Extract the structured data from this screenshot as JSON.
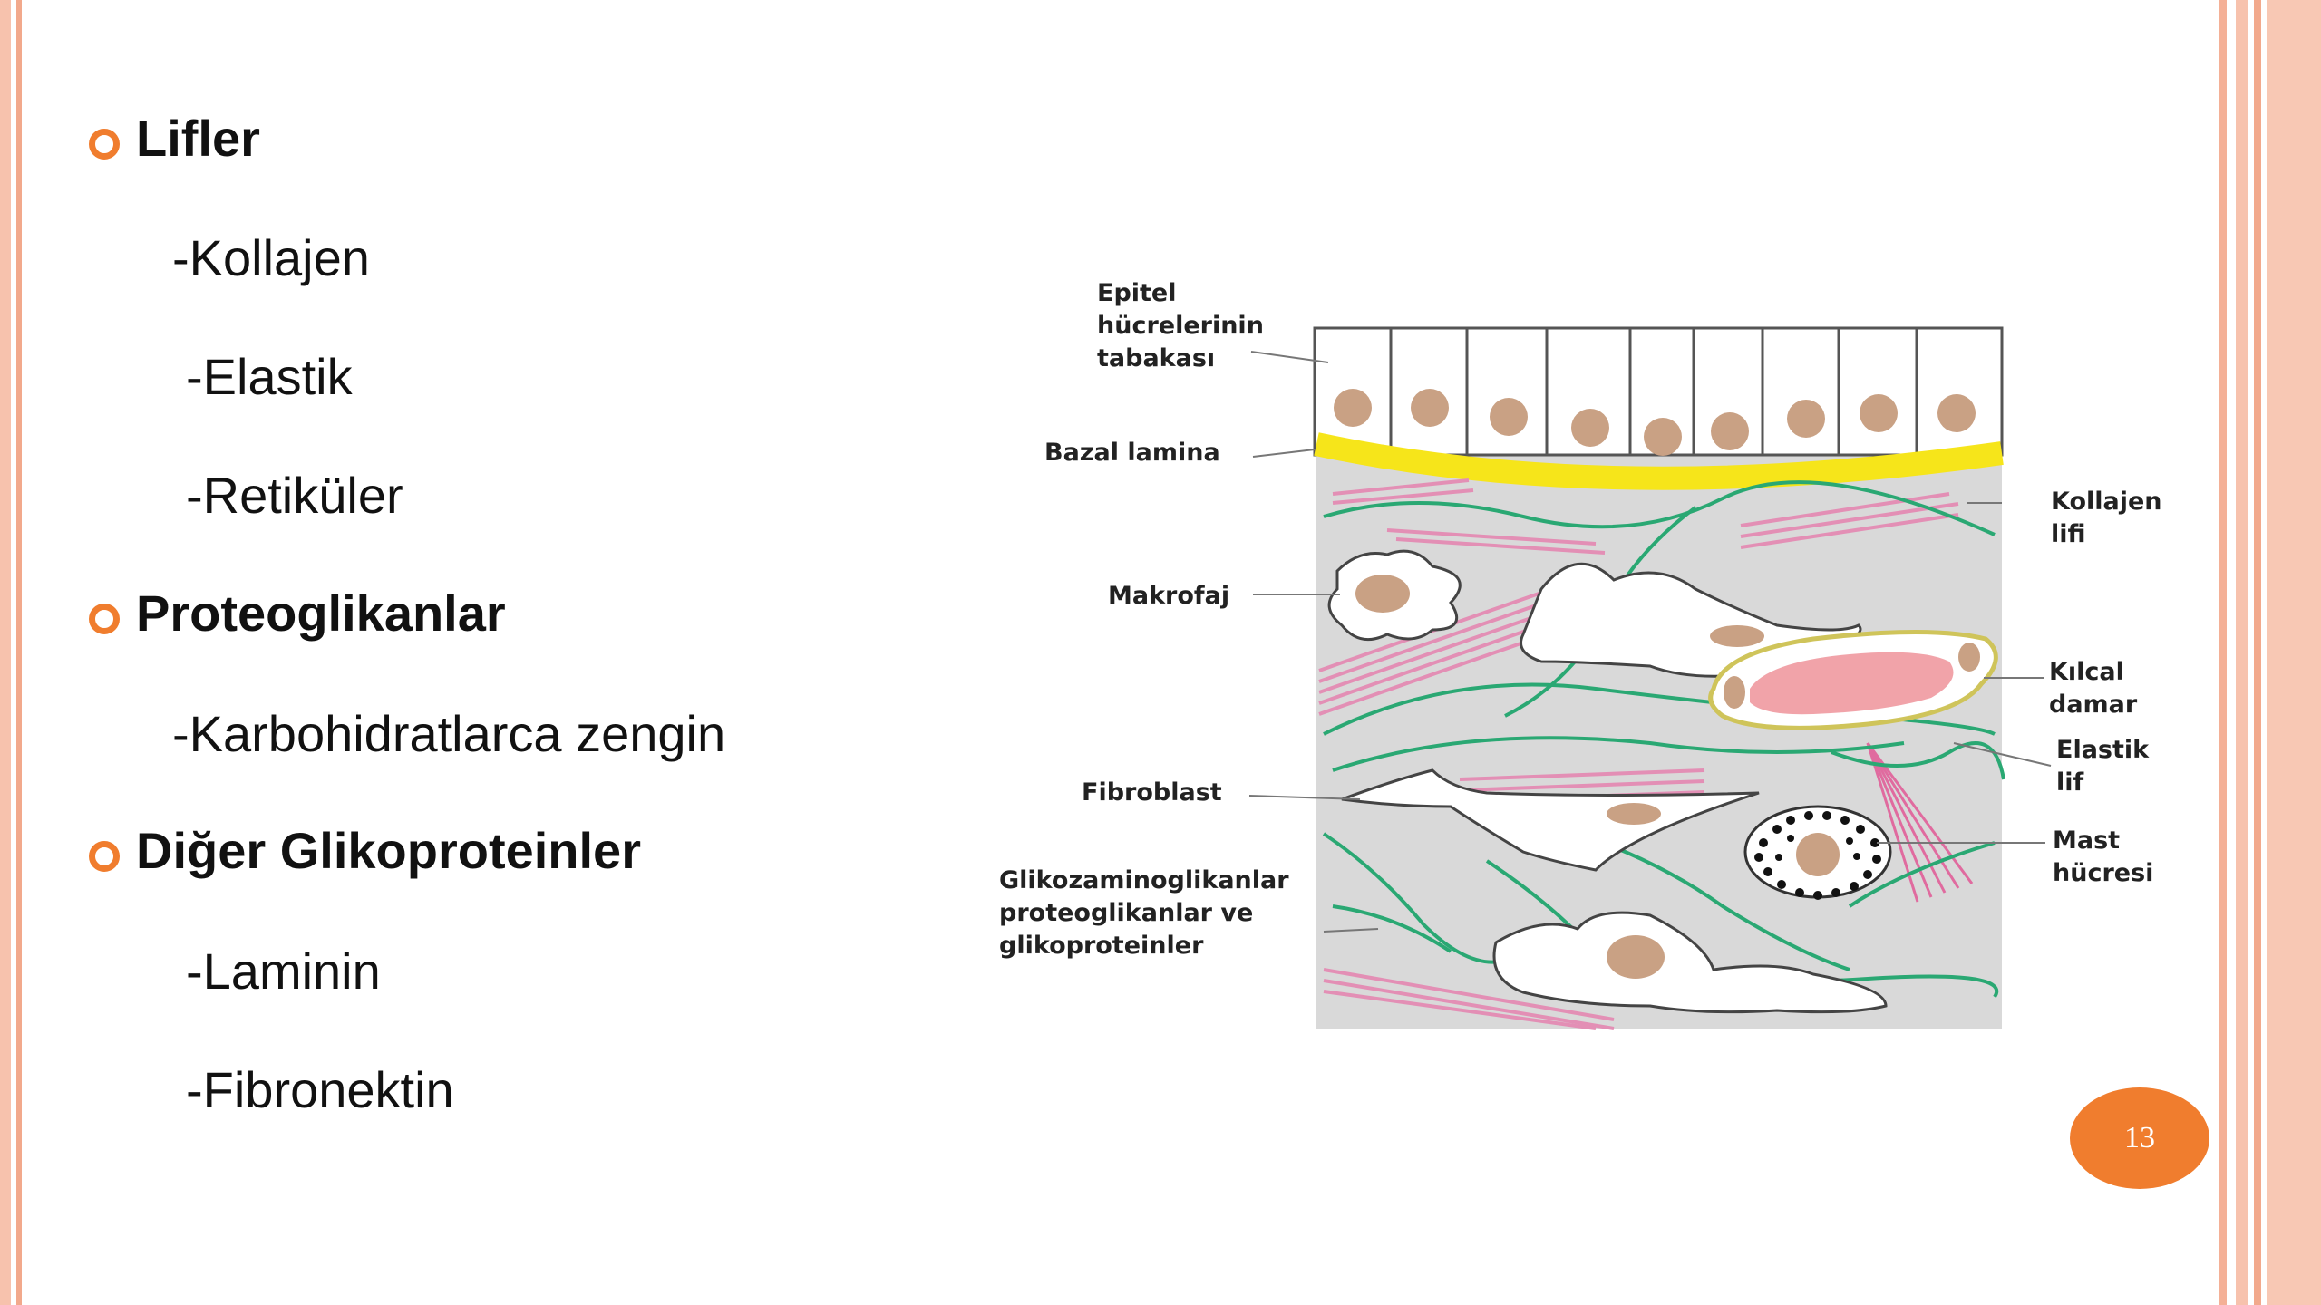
{
  "slide": {
    "accent_color": "#f07d2e",
    "page_number": "13"
  },
  "bullets": [
    {
      "text": "Lifler",
      "level": 1
    },
    {
      "text": "-Kollajen",
      "level": 2
    },
    {
      "text": "-Elastik",
      "level": 2
    },
    {
      "text": "-Retiküler",
      "level": 2
    },
    {
      "text": "Proteoglikanlar",
      "level": 1
    },
    {
      "text": "-Karbohidratlarca zengin",
      "level": 2
    },
    {
      "text": "Diğer Glikoproteinler",
      "level": 1
    },
    {
      "text": "-Laminin",
      "level": 2
    },
    {
      "text": "-Fibronektin",
      "level": 2
    }
  ],
  "diagram": {
    "labels": {
      "epitel": [
        "Epitel",
        "hücrelerinin",
        "tabakası"
      ],
      "bazal": [
        "Bazal lamina"
      ],
      "makrofaj": [
        "Makrofaj"
      ],
      "fibroblast": [
        "Fibroblast"
      ],
      "glikoz": [
        "Glikozaminoglikanlar",
        "proteoglikanlar ve",
        "glikoproteinler"
      ],
      "kollajen": [
        "Kollajen",
        "lifi"
      ],
      "kilcal": [
        "Kılcal",
        "damar"
      ],
      "elastik": [
        "Elastik",
        "lif"
      ],
      "mast": [
        "Mast",
        "hücresi"
      ]
    }
  }
}
